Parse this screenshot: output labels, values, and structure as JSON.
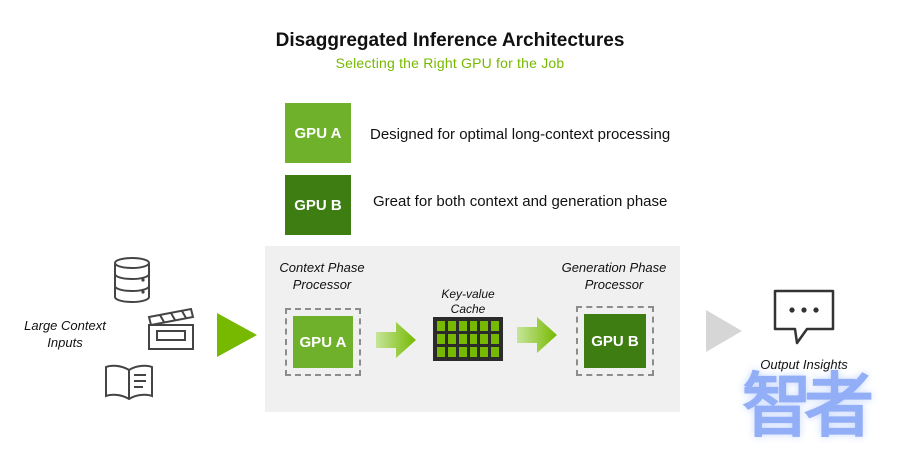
{
  "header": {
    "title": "Disaggregated Inference Architectures",
    "subtitle": "Selecting the Right GPU for the Job"
  },
  "legend": [
    {
      "label": "GPU A",
      "description": "Designed for optimal long-context processing",
      "color": "#6fb12b"
    },
    {
      "label": "GPU B",
      "description": "Great for both context and generation phase",
      "color": "#3d7d12"
    }
  ],
  "inputs": {
    "label": "Large Context Inputs",
    "icons": [
      "database-icon",
      "clapperboard-icon",
      "book-icon"
    ]
  },
  "pipeline": {
    "context_phase_label": "Context Phase Processor",
    "context_gpu_label": "GPU A",
    "cache_label": "Key-value Cache",
    "generation_phase_label": "Generation Phase Processor",
    "generation_gpu_label": "GPU B"
  },
  "output": {
    "label": "Output Insights",
    "icon": "chat-bubble-icon"
  },
  "watermark": {
    "text": "智者"
  },
  "colors": {
    "accent_green": "#76b900",
    "gpu_a_green": "#6fb12b",
    "gpu_b_green": "#3d7d12",
    "panel_gray": "#f0f0f0",
    "output_arrow_gray": "#d6d6d6"
  }
}
